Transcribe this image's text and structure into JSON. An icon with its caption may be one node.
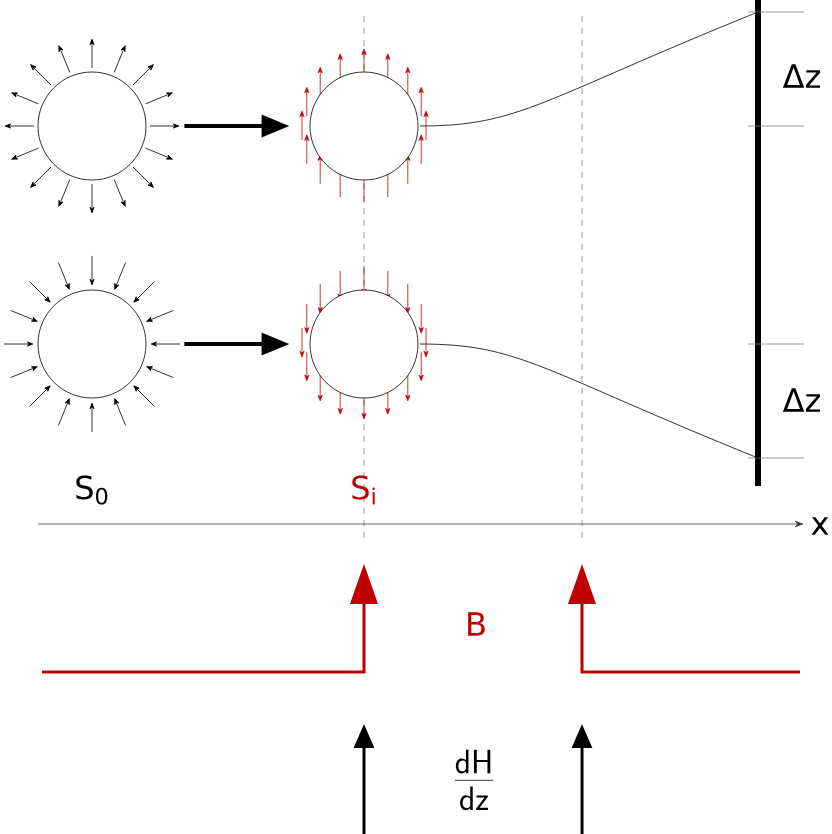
{
  "diagram": {
    "nodes": [
      {
        "text": [],
        "shape": "circle"
      },
      {
        "text": [],
        "shape": "circle"
      },
      {
        "text": [],
        "shape": "circle"
      },
      {
        "text": [],
        "shape": "circle"
      }
    ],
    "edges": [
      {
        "from": 0,
        "to": 1,
        "arrow": "to"
      },
      {
        "from": 2,
        "to": 3,
        "arrow": "to"
      }
    ],
    "labels": [
      "Δz",
      "Δz",
      "S$_{0}$",
      "S$_{i}$",
      "x",
      "B",
      "\\frac{\\mathsf{dH}}{\\mathsf{dz}}"
    ]
  }
}
